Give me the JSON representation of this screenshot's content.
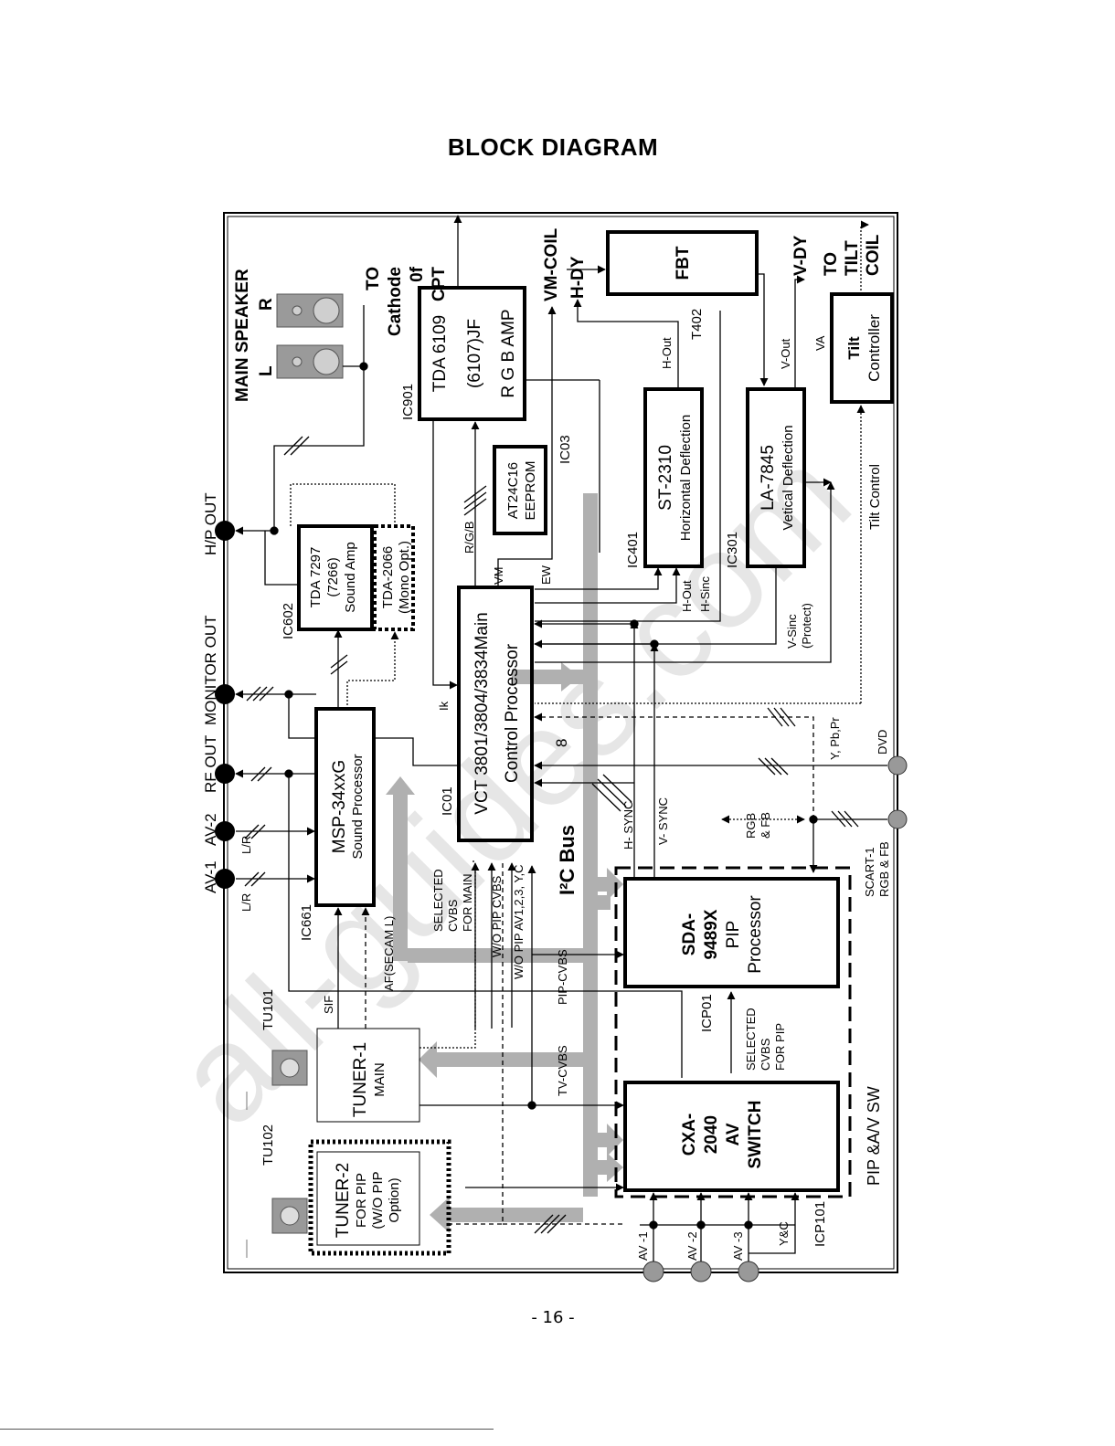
{
  "page": {
    "title": "BLOCK DIAGRAM",
    "page_number": "- 16 -",
    "watermark": "all-guides.com"
  },
  "left_connectors": [
    {
      "id": "hp",
      "label": "H/P OUT"
    },
    {
      "id": "mon",
      "label": "MONITOR OUT"
    },
    {
      "id": "rf",
      "label": "RF OUT"
    },
    {
      "id": "av2",
      "label": "AV-2"
    },
    {
      "id": "av1",
      "label": "AV-1"
    }
  ],
  "speaker": {
    "title": "MAIN SPEAKER",
    "l": "L",
    "r": "R"
  },
  "blocks": {
    "tda7297": {
      "lines": [
        "TDA 7297",
        "(7266)",
        "Sound Amp"
      ],
      "ref": "IC602"
    },
    "tda2066": {
      "lines": [
        "TDA-2066",
        "(Mono Opt.)"
      ]
    },
    "msp": {
      "lines": [
        "MSP-34xxG",
        "Sound Processor"
      ],
      "ref": "IC661"
    },
    "vct": {
      "lines": [
        "VCT 3801/3804/3834Main",
        "Control Processor"
      ],
      "ref": "IC01"
    },
    "rgb_amp": {
      "lines": [
        "TDA 6109",
        "(6107)JF",
        "R G B AMP"
      ],
      "ref": "IC901"
    },
    "eeprom": {
      "lines": [
        "AT24C16",
        "EEPROM"
      ],
      "ref": "IC03"
    },
    "st2310": {
      "lines": [
        "ST-2310",
        "Horizontal Deflection"
      ],
      "ref": "IC401"
    },
    "la7845": {
      "lines": [
        "LA-7845",
        "Vetical Deflection"
      ],
      "ref": "IC301"
    },
    "fbt": {
      "lines": [
        "FBT"
      ],
      "ref": "T402"
    },
    "tilt": {
      "lines": [
        "Tilt",
        "Controller"
      ]
    },
    "tuner1": {
      "lines": [
        "TUNER-1",
        "MAIN"
      ],
      "ref": "TU101"
    },
    "tuner2": {
      "lines": [
        "TUNER-2",
        "FOR PIP",
        "(W/O PIP",
        "Option)"
      ],
      "ref": "TU102"
    },
    "sda": {
      "lines": [
        "SDA-",
        "9489X",
        "PIP",
        "Processor"
      ],
      "ref": "ICP01"
    },
    "cxa": {
      "lines": [
        "CXA-",
        "2040",
        "AV",
        "SWITCH"
      ],
      "ref": "ICP101"
    },
    "pip_sw": {
      "label": "PIP &A/V SW"
    }
  },
  "signals": {
    "to_cathode": [
      "TO",
      "Cathode",
      "0f",
      "CPT"
    ],
    "vm_coil": "VM-COIL",
    "h_dy": "H-DY",
    "v_dy": "V-DY",
    "to_tilt": [
      "TO",
      "TILT",
      "COIL"
    ],
    "h_out_top": "H-Out",
    "v_out": "V-Out",
    "va": "VA",
    "tilt_control": "Tilt Control",
    "h_out": "H-Out",
    "h_sinc": "H-Sinc",
    "v_sinc": [
      "V-Sinc",
      "(Protect)"
    ],
    "rgb": "R/G/B",
    "vm": "VM",
    "ew": "EW",
    "ik": "Ik",
    "eight": "8",
    "i2c": "I²C Bus",
    "lr_a": "L/R",
    "lr_b": "L/R",
    "sif": "SIF",
    "af_secam": "AF(SECAM L)",
    "selected_cvbs_main": [
      "SELECTED",
      "CVBS",
      "FOR MAIN"
    ],
    "wo_pip_cvbs": "W/O PIP CVBS",
    "wo_pip_av": "W/O PIP AV1,2,3, Y,C",
    "pip_cvbs": "PIP-CVBS",
    "tv_cvbs": "TV-CVBS",
    "h_sync": "H- SYNC",
    "v_sync": "V- SYNC",
    "rgb_fb": [
      "RGB",
      "& FB"
    ],
    "y_pbpr": "Y, Pb,Pr",
    "dvd": "DVD",
    "scart": [
      "SCART-1",
      "RGB & FB"
    ],
    "selected_cvbs_pip": [
      "SELECTED",
      "CVBS",
      "FOR PIP"
    ],
    "av1": "AV -1",
    "av2": "AV -2",
    "av3": "AV -3",
    "yc": "Y&C"
  }
}
